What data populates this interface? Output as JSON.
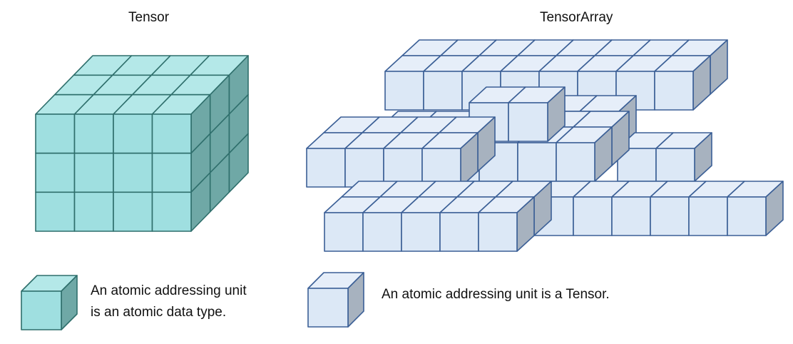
{
  "tensor": {
    "title": "Tensor",
    "legend": {
      "line1": "An atomic addressing unit",
      "line2": "is an atomic data type."
    }
  },
  "tensor_array": {
    "title": "TensorArray",
    "legend": {
      "text": "An atomic addressing unit is a Tensor."
    }
  },
  "colors": {
    "tensor_front": "#9fdfe0",
    "tensor_top": "#b4e8e8",
    "tensor_side": "#6fa8a6",
    "tensor_edge": "#2f6f6c",
    "array_front": "#dce8f6",
    "array_top": "#e6eef9",
    "array_side": "#a7b2bf",
    "array_edge": "#3b5f96"
  }
}
